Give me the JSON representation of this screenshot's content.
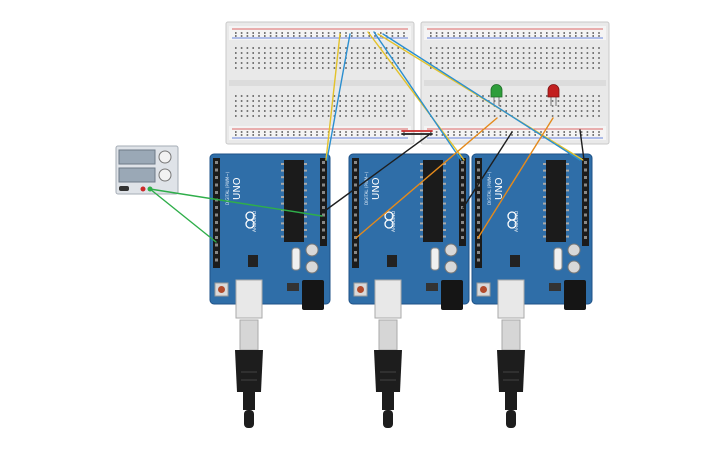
{
  "boards": [
    {
      "id": "arduino-1",
      "model": "UNO",
      "brand": "ARDUINO",
      "section_label": "DIGITAL (PWM~)"
    },
    {
      "id": "arduino-2",
      "model": "UNO",
      "brand": "ARDUINO",
      "section_label": "DIGITAL (PWM~)"
    },
    {
      "id": "arduino-3",
      "model": "UNO",
      "brand": "ARDUINO",
      "section_label": "DIGITAL (PWM~)"
    }
  ],
  "breadboards": [
    {
      "id": "breadboard-left"
    },
    {
      "id": "breadboard-right"
    }
  ],
  "components": {
    "led_green": {
      "color": "#2e9d3a"
    },
    "led_red": {
      "color": "#c21f1f"
    },
    "power_supply": {
      "color": "#d9dde3"
    }
  },
  "wire_colors": {
    "green": "#2fae4a",
    "yellow": "#e3c22a",
    "blue": "#2b8fd0",
    "orange": "#e48a1c",
    "black": "#1e1e1e",
    "red": "#cc2a2a"
  },
  "theme": {
    "board_blue": "#2f6ea8",
    "board_dark": "#1f5287",
    "breadboard": "#ececec"
  }
}
